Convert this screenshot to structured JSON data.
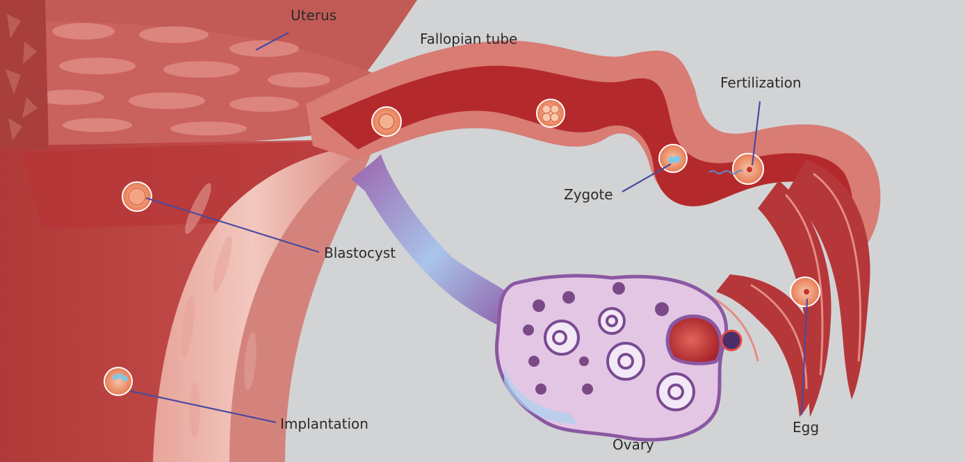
{
  "labels": {
    "uterus": "Uterus",
    "fallopian_tube": "Fallopian tube",
    "fertilization": "Fertilization",
    "zygote": "Zygote",
    "blastocyst": "Blastocyst",
    "implantation": "Implantation",
    "ovary": "Ovary",
    "egg": "Egg"
  },
  "colors": {
    "background": "#d2d3d5",
    "uterus_muscle": "#c9615c",
    "tube_lumen": "#b42a2c",
    "tube_wall": "#d87c74",
    "ovary_fill": "#e3c6e4",
    "ovary_border": "#8a58a2",
    "leader_line": "#4a4aa0",
    "cell": "#f08a5d"
  },
  "icons": [
    "morula-cell",
    "four-cell-embryo",
    "zygote-cell",
    "fertilized-egg",
    "blastocyst-cell",
    "implanting-embryo",
    "egg-cell",
    "follicle",
    "ruptured-follicle"
  ]
}
